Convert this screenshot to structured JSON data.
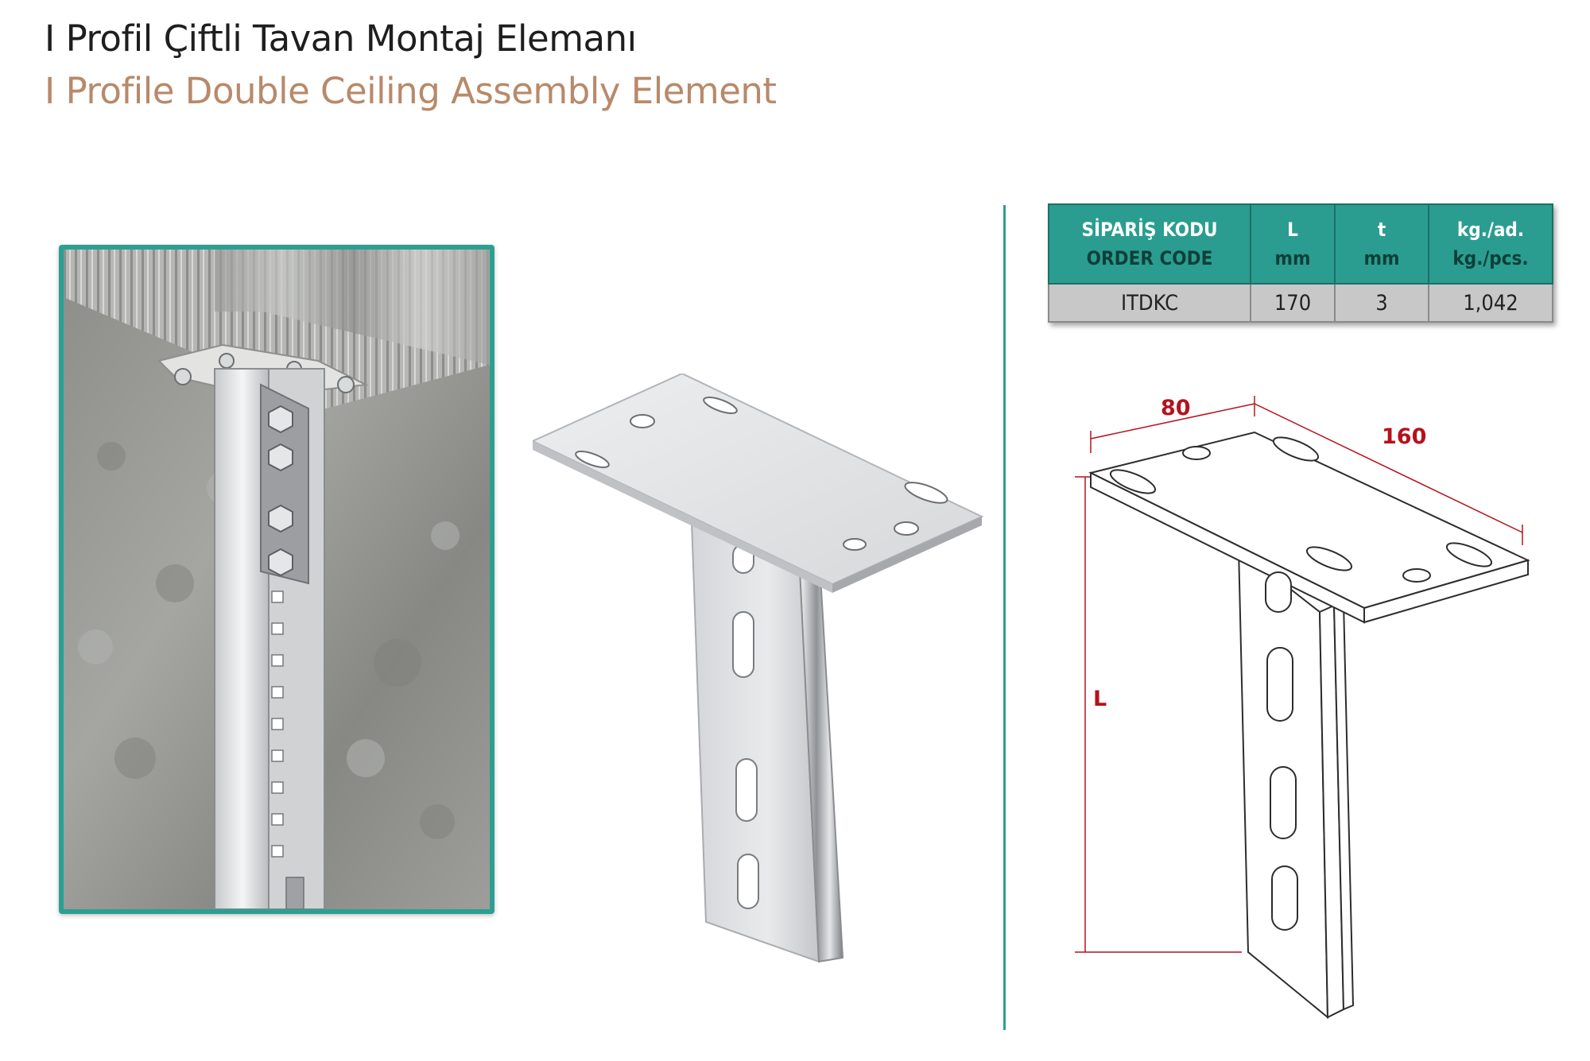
{
  "title_tr": "I Profil Çiftli Tavan Montaj Elemanı",
  "title_en": "I Profile Double Ceiling Assembly Element",
  "table": {
    "headers": [
      {
        "tr": "SİPARİŞ KODU",
        "en": "ORDER CODE"
      },
      {
        "tr": "L",
        "en": "mm"
      },
      {
        "tr": "t",
        "en": "mm"
      },
      {
        "tr": "kg./ad.",
        "en": "kg./pcs."
      }
    ],
    "rows": [
      {
        "code": "ITDKC",
        "L": "170",
        "t": "3",
        "kg": "1,042"
      }
    ]
  },
  "drawing": {
    "width_label": "80",
    "length_label": "160",
    "height_label": "L"
  },
  "colors": {
    "accent": "#2c9f92",
    "subtitle": "#b8896a",
    "dimension": "#b5121b"
  }
}
